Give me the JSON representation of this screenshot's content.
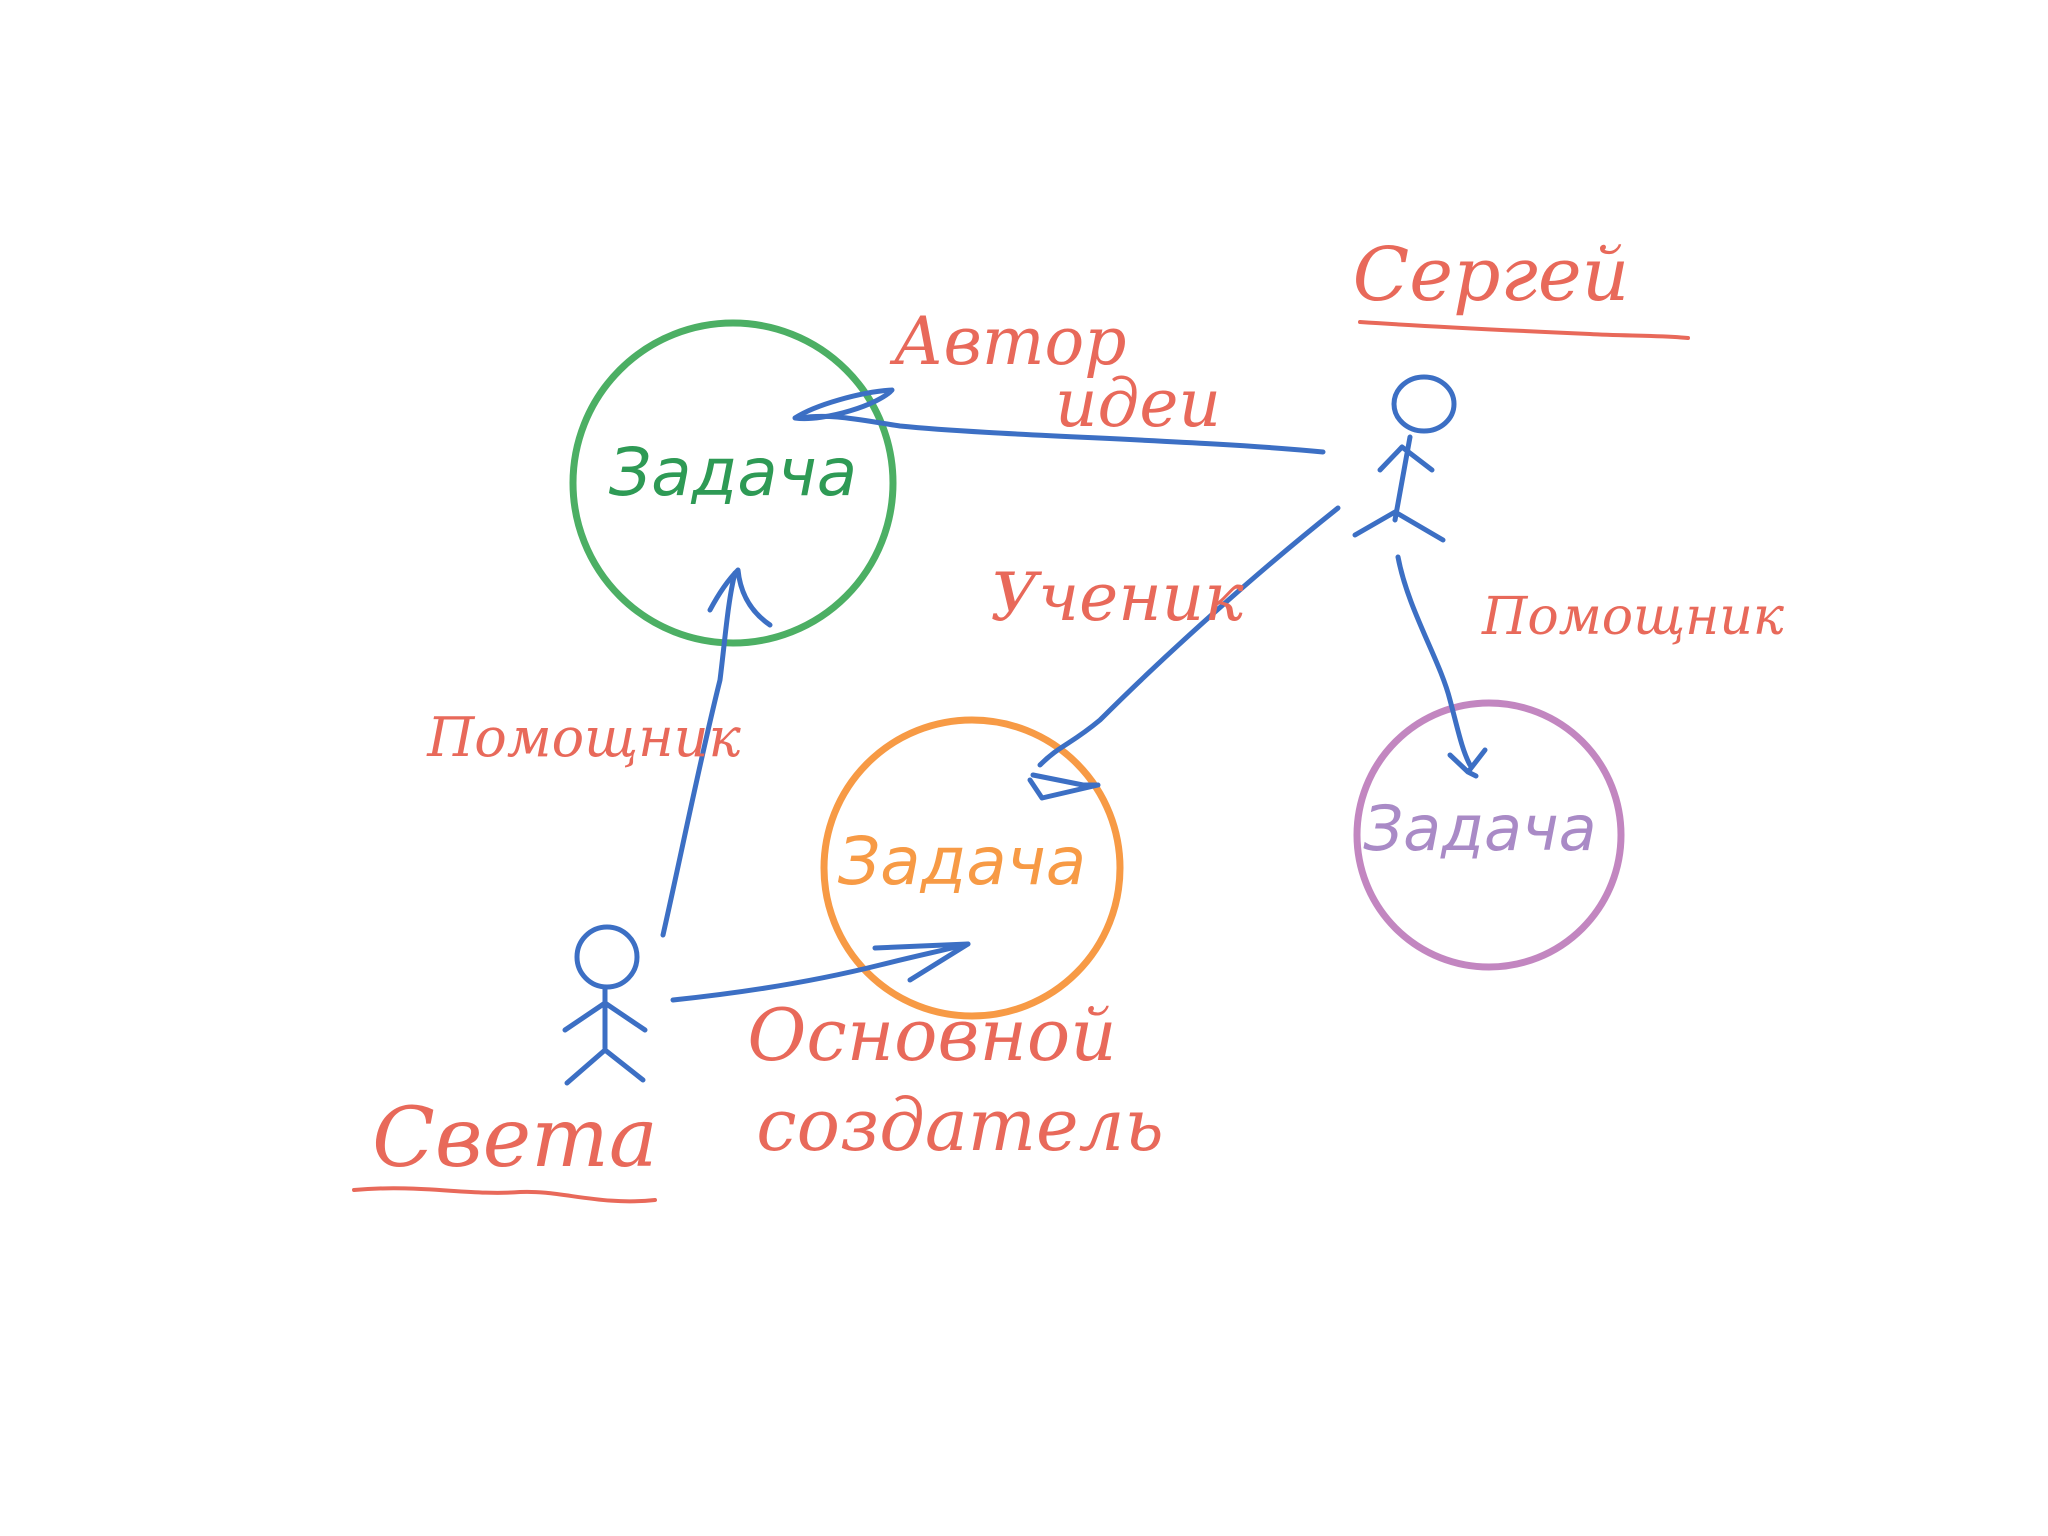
{
  "people": {
    "sergey": {
      "name": "Сергей"
    },
    "sveta": {
      "name": "Света"
    }
  },
  "tasks": {
    "green": {
      "label": "Задача",
      "color": "#4caf64"
    },
    "orange": {
      "label": "Задача",
      "color": "#f79a45"
    },
    "purple": {
      "label": "Задача",
      "color": "#c286c0"
    }
  },
  "relations": {
    "author_line1": "Автор",
    "author_line2": "идеи",
    "student": "Ученик",
    "helper_sergey": "Помощник",
    "helper_sveta": "Помощник",
    "main_creator_line1": "Основной",
    "main_creator_line2": "создатель"
  },
  "colors": {
    "ink_blue": "#3c6fc4",
    "ink_red": "#e8695a",
    "background": "#ffffff"
  }
}
